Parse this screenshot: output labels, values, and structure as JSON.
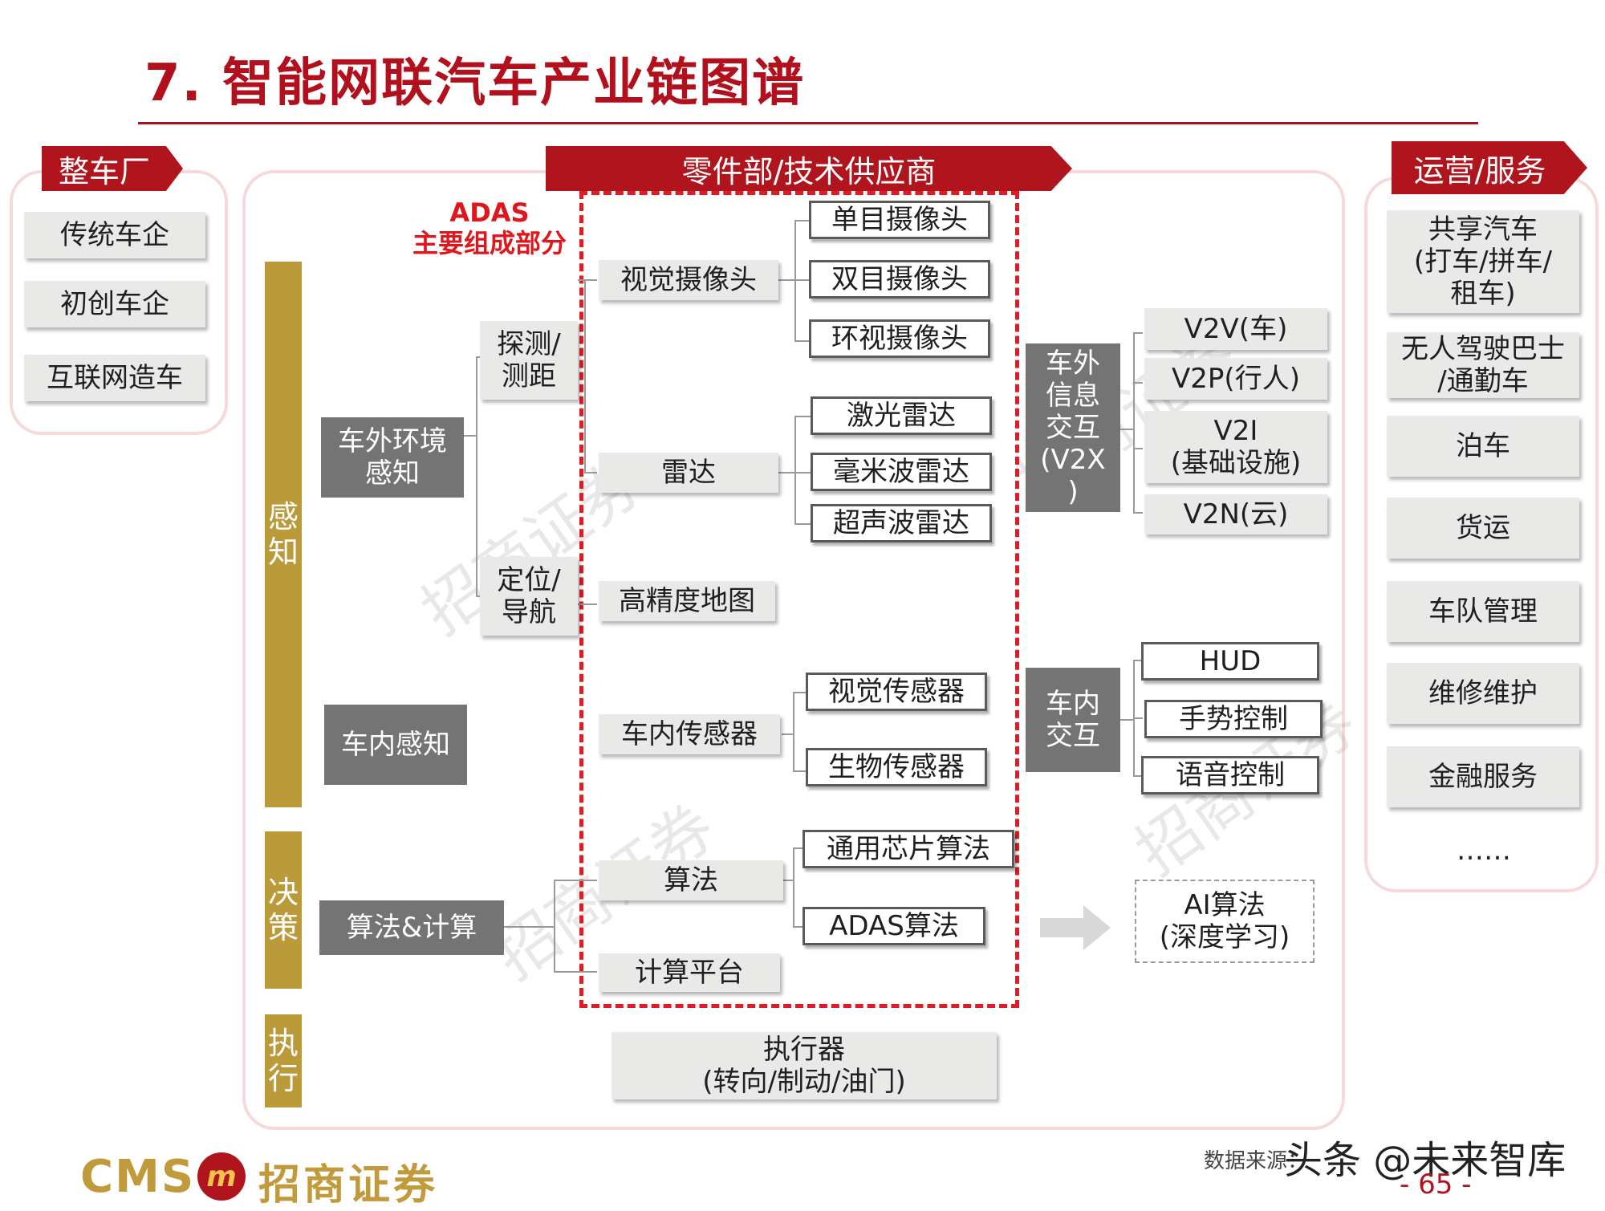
{
  "title": "7. 智能网联汽车产业链图谱",
  "sections": {
    "oem": "整车厂",
    "suppliers": "零件部/技术供应商",
    "services": "运营/服务"
  },
  "oem_items": [
    "传统车企",
    "初创车企",
    "互联网造车"
  ],
  "service_items": [
    "共享汽车\n(打车/拼车/\n租车)",
    "无人驾驶巴士\n/通勤车",
    "泊车",
    "货运",
    "车队管理",
    "维修维护",
    "金融服务",
    "……"
  ],
  "stages": {
    "perception": "感\n知",
    "decision": "决\n策",
    "execution": "执\n行"
  },
  "adas_label": "ADAS\n主要组成部分",
  "perception": {
    "exterior": "车外环境\n感知",
    "interior": "车内感知",
    "detect": "探测/\n测距",
    "locate": "定位/\n导航",
    "camera": "视觉摄像头",
    "radar": "雷达",
    "hdmap": "高精度地图",
    "cabin_sensor": "车内传感器",
    "camera_types": [
      "单目摄像头",
      "双目摄像头",
      "环视摄像头"
    ],
    "radar_types": [
      "激光雷达",
      "毫米波雷达",
      "超声波雷达"
    ],
    "cabin_sensor_types": [
      "视觉传感器",
      "生物传感器"
    ]
  },
  "decision": {
    "algo_compute": "算法&计算",
    "algorithm": "算法",
    "platform": "计算平台",
    "algo_types": [
      "通用芯片算法",
      "ADAS算法"
    ],
    "ai": "AI算法\n(深度学习)"
  },
  "execution": {
    "actuator": "执行器\n(转向/制动/油门)"
  },
  "v2x": {
    "label": "车外\n信息\n交互\n(V2X\n)",
    "items": [
      "V2V(车)",
      "V2P(行人)",
      "V2I\n(基础设施)",
      "V2N(云)"
    ]
  },
  "cabin": {
    "label": "车内\n交互",
    "items": [
      "HUD",
      "手势控制",
      "语音控制"
    ]
  },
  "watermark": "招商证券",
  "footer": {
    "source": "数据来源：",
    "brand_overlay": "头条 @未来智库",
    "page_number": "- 65 -",
    "logo_cms": "CMS",
    "logo_cn": "招商证券",
    "logo_mark": "m"
  },
  "colors": {
    "brand_red": "#b0141d",
    "stage_gold": "#bb9a3a",
    "dark_box": "#747474",
    "adas_red": "#e11b22"
  }
}
